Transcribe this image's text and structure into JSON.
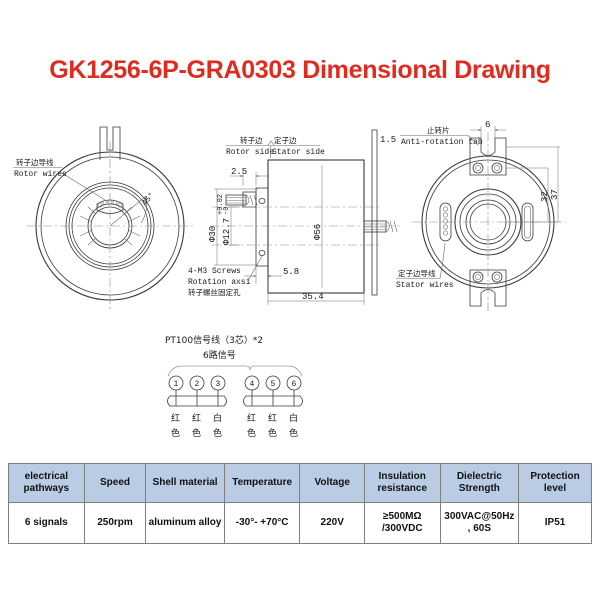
{
  "title": "GK1256-6P-GRA0303 Dimensional Drawing",
  "title_color": "#e02b20",
  "views": {
    "left": {
      "labels": {
        "rotor_wires_cn": "转子边导线",
        "rotor_wires_en": "Rotor wires",
        "angle": "45°"
      }
    },
    "middle": {
      "labels": {
        "rotor_side_cn": "转子边",
        "rotor_side_en": "Rotor side",
        "stator_side_cn": "定子边",
        "stator_side_en": "Stator side",
        "screws_en1": "4-M3 Screws",
        "screws_en2": "Rotation axsi",
        "screws_cn": "转子螺丝固定孔"
      },
      "dims": {
        "d25": "2.5",
        "d30": "Φ30",
        "d127": "Φ12.7",
        "d127_tol_up": "+0.02",
        "d127_tol_low": "-0",
        "d56": "Φ56",
        "d58": "5.8",
        "d354": "35.4"
      }
    },
    "right": {
      "labels": {
        "anti_rotation_cn": "止转片",
        "anti_rotation_en": "Anti-rotation tab",
        "stator_wires_cn": "定子边导线",
        "stator_wires_en": "Stator wires"
      },
      "dims": {
        "d15": "1.5",
        "d6": "6",
        "d32": "32",
        "d37": "37"
      }
    }
  },
  "wiring": {
    "heading1": "PT100信号线（3芯）*2",
    "heading2": "6路信号",
    "pins": [
      "1",
      "2",
      "3",
      "4",
      "5",
      "6"
    ],
    "colors_line1": [
      "红",
      "红",
      "白",
      "红",
      "红",
      "白"
    ],
    "colors_line2": [
      "色",
      "色",
      "色",
      "色",
      "色",
      "色"
    ]
  },
  "spec_table": {
    "header_bg": "#b9cce4",
    "headers": [
      "electrical pathways",
      "Speed",
      "Shell material",
      "Temperature",
      "Voltage",
      "Insulation resistance",
      "Dielectric Strength",
      "Protection level"
    ],
    "values": [
      "6 signals",
      "250rpm",
      "aluminum alloy",
      "-30°- +70°C",
      "220V",
      "≥500MΩ /300VDC",
      "300VAC@50Hz , 60S",
      "IP51"
    ]
  }
}
